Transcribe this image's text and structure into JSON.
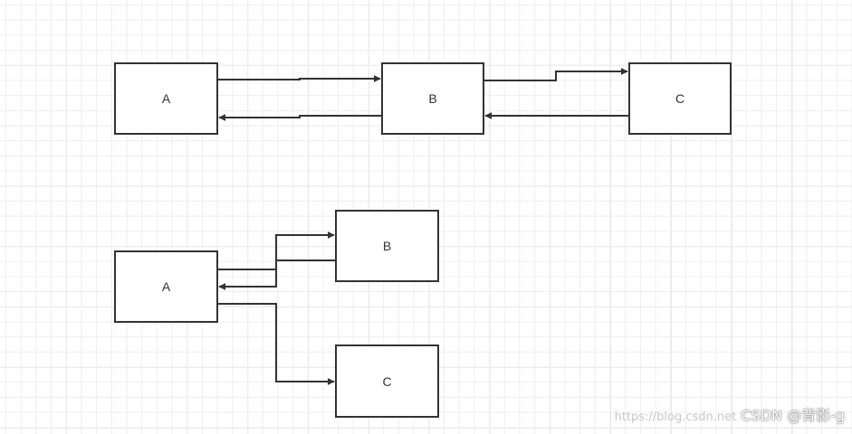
{
  "diagram": {
    "top_row": {
      "a": "A",
      "b": "B",
      "c": "C"
    },
    "bottom_group": {
      "a": "A",
      "b": "B",
      "c": "C"
    }
  },
  "watermark": {
    "url": "https://blog.csdn.net",
    "brand": "CSDN @背影-g"
  }
}
